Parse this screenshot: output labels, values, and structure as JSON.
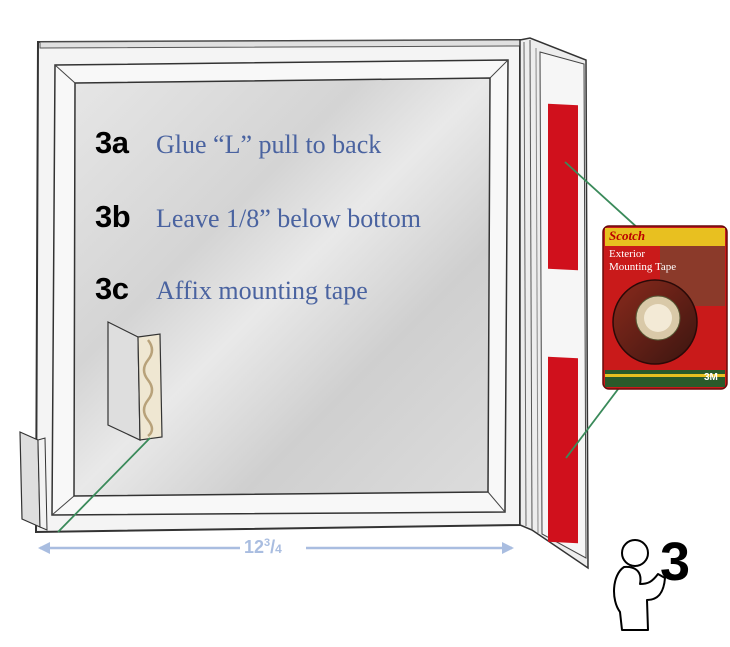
{
  "steps": [
    {
      "number": "3a",
      "text": "Glue “L” pull to back"
    },
    {
      "number": "3b",
      "text": "Leave 1/8” below bottom"
    },
    {
      "number": "3c",
      "text": "Affix mounting tape"
    }
  ],
  "dimension": {
    "whole": "12",
    "numerator": "3",
    "denominator": "4"
  },
  "step_badge": "3",
  "package": {
    "brand": "Scotch",
    "line1": "Exterior",
    "line2": "Mounting Tape",
    "maker": "3M"
  },
  "colors": {
    "text_blue": "#4a63a0",
    "dimension_blue": "#a9bde0",
    "tape_red": "#d0101c",
    "leader_green": "#3a8a5a"
  }
}
